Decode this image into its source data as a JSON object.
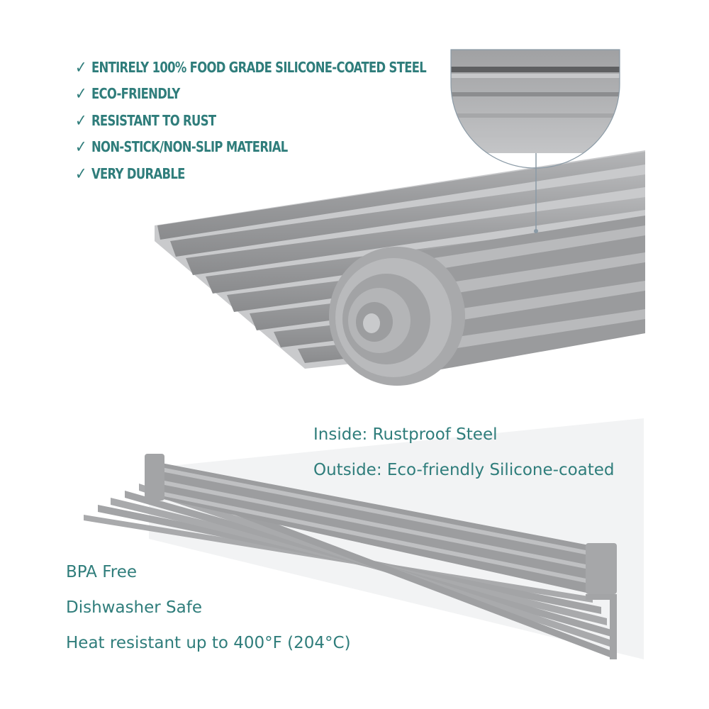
{
  "features": {
    "check_icon": "✓",
    "items": [
      "ENTIRELY 100% FOOD GRADE SILICONE-COATED STEEL",
      "ECO-FRIENDLY",
      "RESISTANT TO RUST",
      "NON-STICK/NON-SLIP MATERIAL",
      "VERY DURABLE"
    ]
  },
  "material": {
    "inside": "Inside: Rustproof Steel",
    "outside": "Outside: Eco-friendly Silicone-coated"
  },
  "safety": {
    "bpa": "BPA Free",
    "dishwasher": "Dishwasher Safe",
    "heat": "Heat resistant up to 400°F (204°C)"
  },
  "colors": {
    "text_teal": "#2f7d7b",
    "silicone_gray": "#a3a4a6",
    "silicone_dark": "#8a8b8d",
    "background": "#ffffff"
  },
  "icons": [
    "check-icon",
    "rolled-mat-illustration",
    "zoom-magnifier-callout",
    "unrolled-mat-illustration"
  ]
}
